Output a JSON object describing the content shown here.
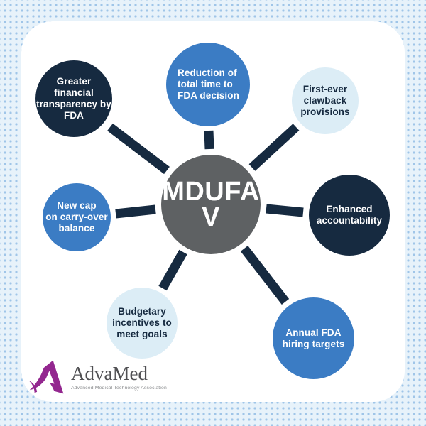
{
  "hub": {
    "line1": "MDUFA",
    "line2": "V",
    "fill": "#5e6163",
    "text_color": "#ffffff"
  },
  "nodes": [
    {
      "id": "greater-financial-transparency",
      "label": "Greater financial\ntransparency by\nFDA",
      "fill": "#162a40",
      "text_color": "#ffffff"
    },
    {
      "id": "reduction-total-time",
      "label": "Reduction of\ntotal time to\nFDA decision",
      "fill": "#3b7cc4",
      "text_color": "#ffffff"
    },
    {
      "id": "first-ever-clawback",
      "label": "First-ever\nclawback\nprovisions",
      "fill": "#dcedf6",
      "text_color": "#162a40"
    },
    {
      "id": "enhanced-accountability",
      "label": "Enhanced\naccountability",
      "fill": "#162a40",
      "text_color": "#ffffff"
    },
    {
      "id": "annual-fda-hiring",
      "label": "Annual FDA\nhiring targets",
      "fill": "#3b7cc4",
      "text_color": "#ffffff"
    },
    {
      "id": "budgetary-incentives",
      "label": "Budgetary\nincentives to\nmeet goals",
      "fill": "#dcedf6",
      "text_color": "#162a40"
    },
    {
      "id": "new-cap-carry-over",
      "label": "New cap\non carry-over\nbalance",
      "fill": "#3b7cc4",
      "text_color": "#ffffff"
    }
  ],
  "spoke_color": "#162a40",
  "logo": {
    "name": "AdvaMed",
    "tagline": "Advanced Medical Technology Association",
    "brand_color": "#93278f"
  },
  "palette": {
    "navy": "#162a40",
    "blue": "#3b7cc4",
    "light_blue": "#dcedf6",
    "hub_gray": "#5e6163",
    "background": "#e7f2fa",
    "card": "#ffffff"
  }
}
